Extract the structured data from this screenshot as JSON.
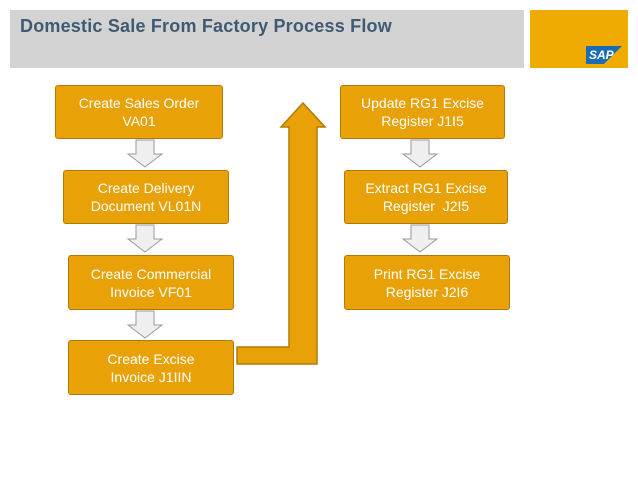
{
  "title": "Domestic Sale From Factory Process Flow",
  "logo": {
    "text": "SAP",
    "color": "#f0ab00"
  },
  "colors": {
    "box_fill": "#e8a106",
    "box_border": "#b27a05",
    "arrow_fill": "#efefef",
    "arrow_stroke": "#9a9a9a",
    "title_color": "#3f5a72"
  },
  "left_column": [
    {
      "line1": "Create Sales Order",
      "line2": "VA01"
    },
    {
      "line1": "Create Delivery",
      "line2": "Document VL01N"
    },
    {
      "line1": "Create Commercial",
      "line2": "Invoice VF01"
    },
    {
      "line1": "Create Excise",
      "line2": "Invoice J1IIN"
    }
  ],
  "right_column": [
    {
      "line1": "Update RG1 Excise",
      "line2": "Register J1I5"
    },
    {
      "line1": "Extract RG1 Excise",
      "line2": "Register  J2I5"
    },
    {
      "line1": "Print RG1 Excise",
      "line2": "Register J2I6"
    }
  ]
}
